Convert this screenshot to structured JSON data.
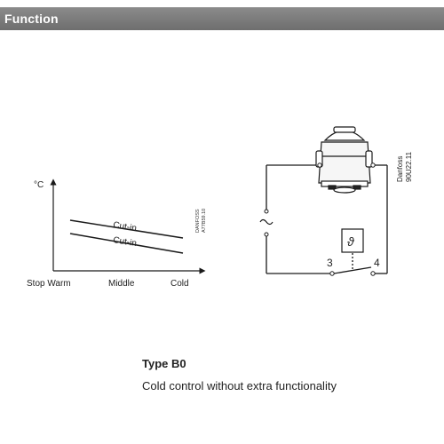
{
  "header": {
    "title": "Function"
  },
  "temperature_chart": {
    "y_axis_label": "°C",
    "line_labels": [
      "Cut-in",
      "Cut-in"
    ],
    "x_labels": [
      "Stop Warm",
      "Middle",
      "Cold"
    ],
    "code": [
      "DANFOSS",
      "A77B59.10"
    ]
  },
  "circuit": {
    "terminal_left": "3",
    "terminal_right": "4",
    "thermostat_symbol": "ϑ",
    "code": [
      "Danfoss",
      "90U22.11"
    ]
  },
  "description": {
    "title": "Type B0",
    "text": "Cold control without extra functionality"
  },
  "colors": {
    "header_bar": "#7a7a7a",
    "lines": "#1a1a1a"
  }
}
